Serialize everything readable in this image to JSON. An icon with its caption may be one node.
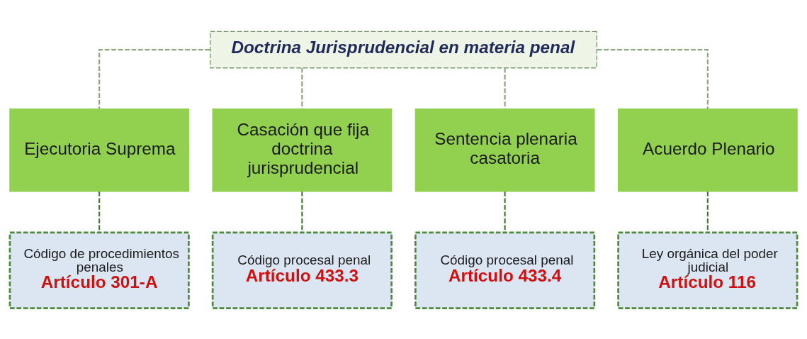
{
  "diagram": {
    "nodes": [
      {
        "text": [
          "Doctrina Jurisprudencial en materia penal"
        ]
      },
      {
        "text": [
          "Ejecutoria Suprema"
        ]
      },
      {
        "text": [
          "Casación que fija doctrina jurisprudencial"
        ]
      },
      {
        "text": [
          "Sentencia plenaria casatoria"
        ]
      },
      {
        "text": [
          "Acuerdo Plenario"
        ]
      },
      {
        "text": [
          "Código de procedimientos penales",
          "Artículo 301-A"
        ]
      },
      {
        "text": [
          "Código procesal penal",
          "Artículo 433.3"
        ]
      },
      {
        "text": [
          "Código procesal penal",
          "Artículo 433.4"
        ]
      },
      {
        "text": [
          "Ley orgánica del poder judicial",
          "Artículo 116"
        ]
      }
    ],
    "edges": [
      {
        "from": 0,
        "to": 1,
        "arrow": "none",
        "style": "dashed"
      },
      {
        "from": 0,
        "to": 2,
        "arrow": "none",
        "style": "dashed"
      },
      {
        "from": 0,
        "to": 3,
        "arrow": "none",
        "style": "dashed"
      },
      {
        "from": 0,
        "to": 4,
        "arrow": "none",
        "style": "dashed"
      },
      {
        "from": 1,
        "to": 5,
        "arrow": "none",
        "style": "dashed"
      },
      {
        "from": 2,
        "to": 6,
        "arrow": "none",
        "style": "dashed"
      },
      {
        "from": 3,
        "to": 7,
        "arrow": "none",
        "style": "dashed"
      },
      {
        "from": 4,
        "to": 8,
        "arrow": "none",
        "style": "dashed"
      }
    ]
  }
}
